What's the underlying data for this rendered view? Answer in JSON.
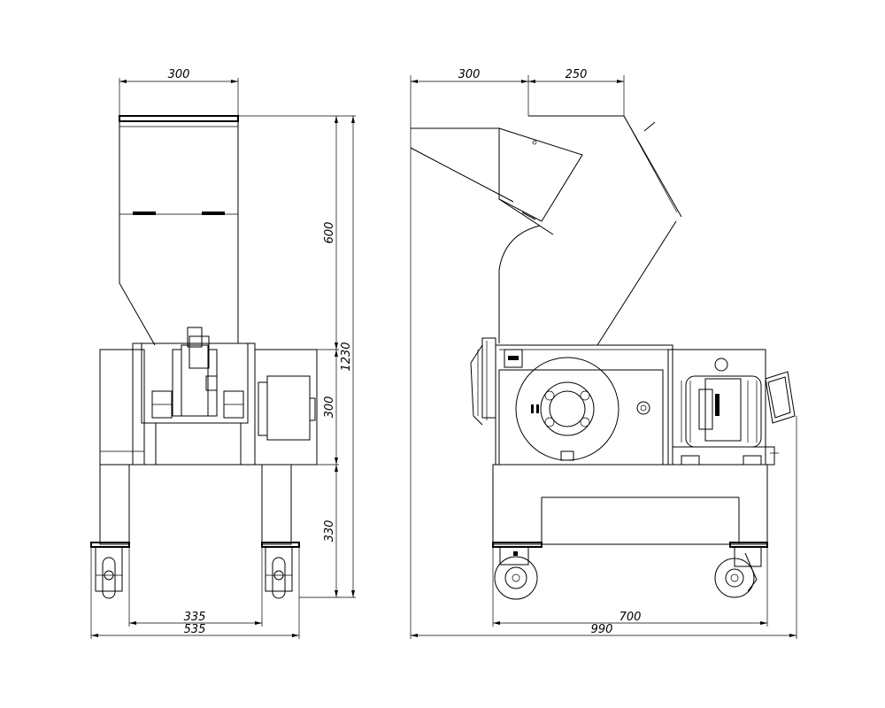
{
  "front_view": {
    "dimensions": {
      "top_width": "300",
      "hopper_height": "600",
      "body_height": "300",
      "leg_height": "330",
      "total_height": "1230",
      "inner_wheel_span": "335",
      "outer_width": "535"
    }
  },
  "side_view": {
    "dimensions": {
      "hopper_left": "300",
      "hopper_right": "250",
      "wheelbase": "700",
      "total_length": "990"
    }
  }
}
